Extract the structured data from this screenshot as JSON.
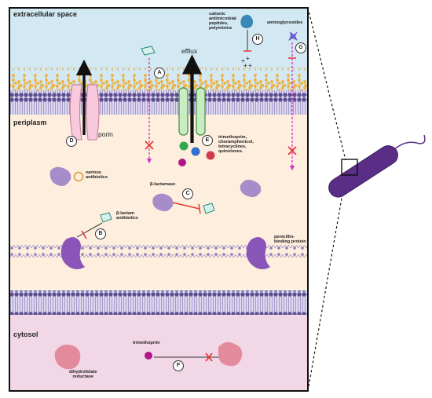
{
  "regions": {
    "extracellular": "extracellular space",
    "periplasm": "periplasm",
    "cytosol": "cytosol"
  },
  "labels": {
    "efflux": "efflux",
    "porin": "porin",
    "various_antibiotics": [
      "various",
      "antibiotics"
    ],
    "efflux_substrates": [
      "trimethoprim,",
      "choramphenicol,",
      "tetracyclines,",
      "quinolones."
    ],
    "cationic": [
      "cationic",
      "antimicrobial",
      "peptides,",
      "polymixins"
    ],
    "aminoglycosides": "aminoglycosides",
    "beta_lactamase": "β-lactamase",
    "beta_lactam": [
      "β-lactam",
      "antibiotics"
    ],
    "pbp": [
      "penicillin-",
      "binding protein"
    ],
    "trimethoprim": "trimethoprim",
    "dhfr": [
      "dihydrofolate",
      "reductase"
    ]
  },
  "markers": {
    "A": "A",
    "B": "B",
    "C": "C",
    "D": "D",
    "E": "E",
    "F": "F",
    "G": "G",
    "H": "H"
  },
  "colors": {
    "extracellular": "#d2e8f2",
    "periplasm": "#fdeedd",
    "cytosol": "#f2d7e6",
    "membrane_head": "#5b4f8f",
    "lps": "#f0b13a",
    "porin": "#f8c8dc",
    "efflux_pump": "#c9ecc2",
    "enzyme": "#a68cc8",
    "dhfr": "#e38a9d",
    "bacterium": "#5a2d86",
    "block": "#e53935",
    "dashed_arrow": "#d633c9"
  }
}
